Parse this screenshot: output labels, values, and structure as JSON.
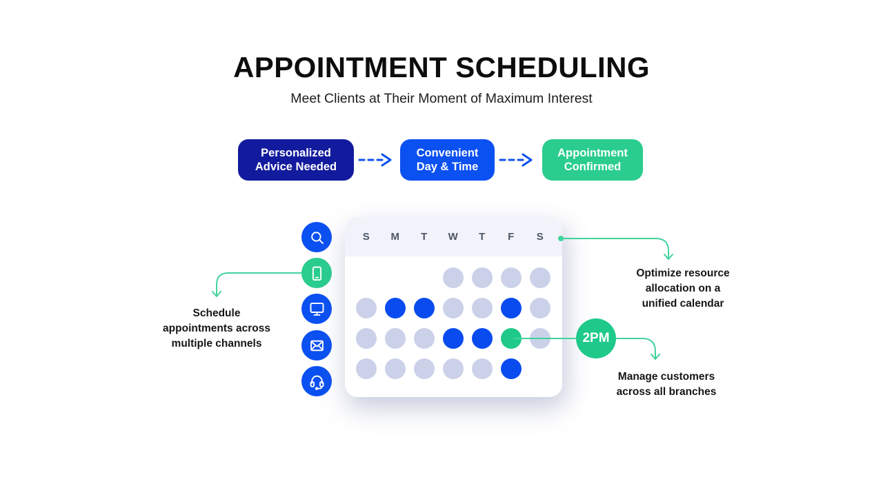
{
  "header": {
    "title": "APPOINTMENT SCHEDULING",
    "subtitle": "Meet Clients at Their Moment of Maximum Interest"
  },
  "flow": {
    "steps": [
      {
        "label": [
          "Personalized",
          "Advice Needed"
        ],
        "color": "#121B9D"
      },
      {
        "label": [
          "Convenient",
          "Day & Time"
        ],
        "color": "#0B50F0"
      },
      {
        "label": [
          "Appointment",
          "Confirmed"
        ],
        "color": "#2ACD8E"
      }
    ]
  },
  "channel_icons": [
    "search-icon",
    "mobile-phone-icon",
    "desktop-monitor-icon",
    "email-icon",
    "headset-icon"
  ],
  "calendar": {
    "day_headers": [
      "S",
      "M",
      "T",
      "W",
      "T",
      "F",
      "S"
    ],
    "rows": [
      [
        "empty",
        "empty",
        "empty",
        "light",
        "light",
        "light",
        "light"
      ],
      [
        "light",
        "blue",
        "blue",
        "light",
        "light",
        "blue",
        "light"
      ],
      [
        "light",
        "light",
        "light",
        "blue",
        "blue",
        "green",
        "light"
      ],
      [
        "light",
        "light",
        "light",
        "light",
        "light",
        "blue",
        "empty"
      ]
    ],
    "selected_time": "2PM"
  },
  "notes": {
    "channels": [
      "Schedule",
      "appointments across",
      "multiple channels"
    ],
    "resources": [
      "Optimize resource",
      "allocation on a",
      "unified calendar"
    ],
    "branches": [
      "Manage customers",
      "across all branches"
    ]
  },
  "colors": {
    "navy": "#121B9D",
    "blue": "#0B50F0",
    "green": "#2ACD8E",
    "badge_green": "#1FC98A",
    "connector_green": "#41D39B",
    "dot_light": "#CBD1E9",
    "dot_blue": "#0A4BEF",
    "calendar_header_bg": "#F2F3FA",
    "day_label": "#4D5566"
  }
}
